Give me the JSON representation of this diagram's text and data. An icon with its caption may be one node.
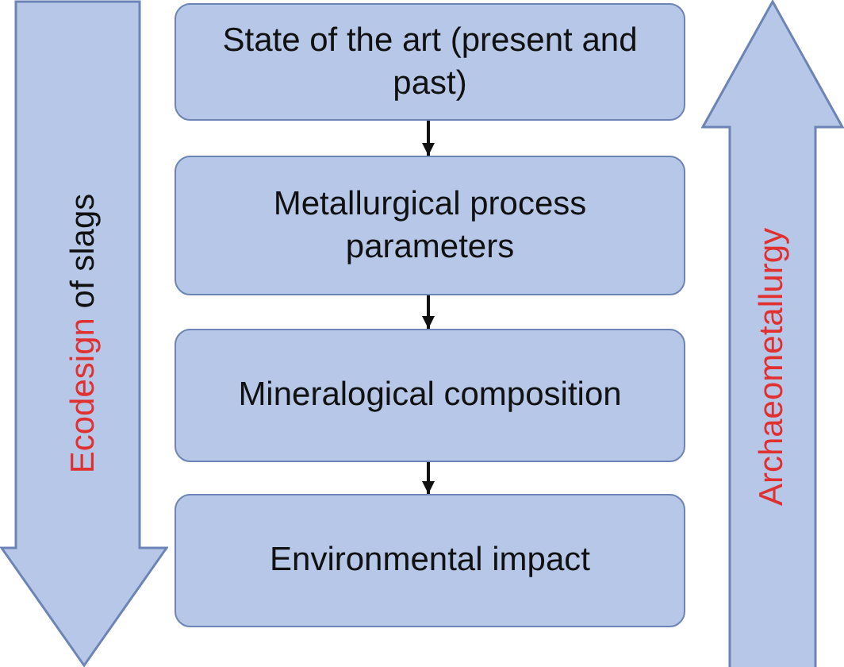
{
  "diagram": {
    "nodes": [
      {
        "text": [
          "Ecodesign",
          "of slags"
        ]
      },
      {
        "text": [
          "State of the art (present and past)"
        ]
      },
      {
        "text": [
          "Metallurgical process parameters"
        ]
      },
      {
        "text": [
          "Mineralogical composition"
        ]
      },
      {
        "text": [
          "Environmental impact"
        ]
      },
      {
        "text": [
          "Archaeometallurgy"
        ]
      }
    ],
    "edges": [
      {
        "from": 1,
        "to": 2,
        "arrow": "to"
      },
      {
        "from": 2,
        "to": 3,
        "arrow": "to"
      },
      {
        "from": 3,
        "to": 4,
        "arrow": "to"
      }
    ]
  }
}
